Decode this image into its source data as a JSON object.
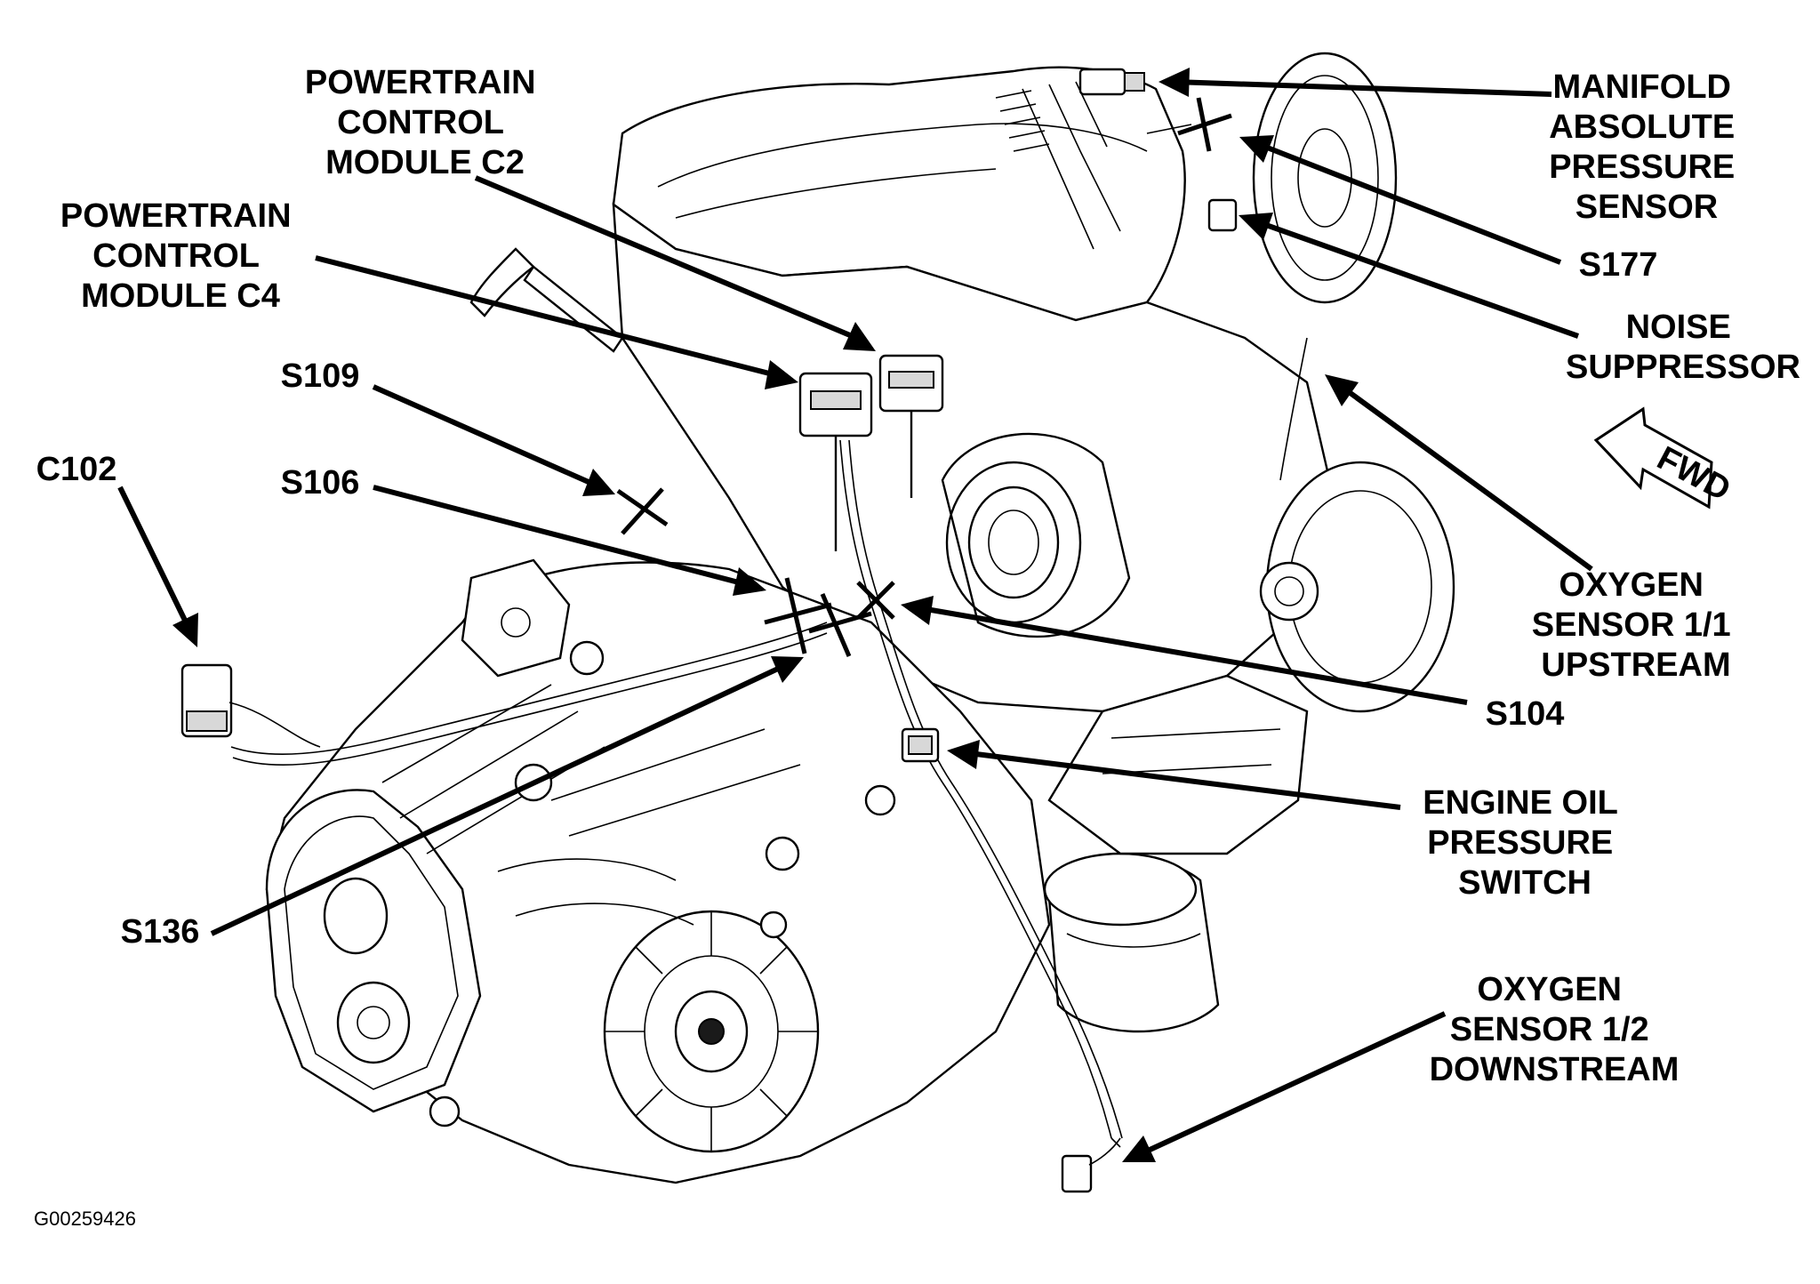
{
  "figure_id": "G00259426",
  "fwd_label": "FWD",
  "callouts": {
    "pcm_c2": [
      "POWERTRAIN",
      "CONTROL",
      "MODULE C2"
    ],
    "pcm_c4": [
      "POWERTRAIN",
      "CONTROL",
      "MODULE C4"
    ],
    "s109": [
      "S109"
    ],
    "s106": [
      "S106"
    ],
    "c102": [
      "C102"
    ],
    "s136": [
      "S136"
    ],
    "map_sensor": [
      "MANIFOLD",
      "ABSOLUTE",
      "PRESSURE",
      "SENSOR"
    ],
    "s177": [
      "S177"
    ],
    "noise_suppressor": [
      "NOISE",
      "SUPPRESSOR"
    ],
    "o2_upstream": [
      "OXYGEN",
      "SENSOR 1/1",
      "UPSTREAM"
    ],
    "s104": [
      "S104"
    ],
    "oil_pressure_switch": [
      "ENGINE OIL",
      "PRESSURE",
      "SWITCH"
    ],
    "o2_downstream": [
      "OXYGEN",
      "SENSOR 1/2",
      "DOWNSTREAM"
    ]
  }
}
